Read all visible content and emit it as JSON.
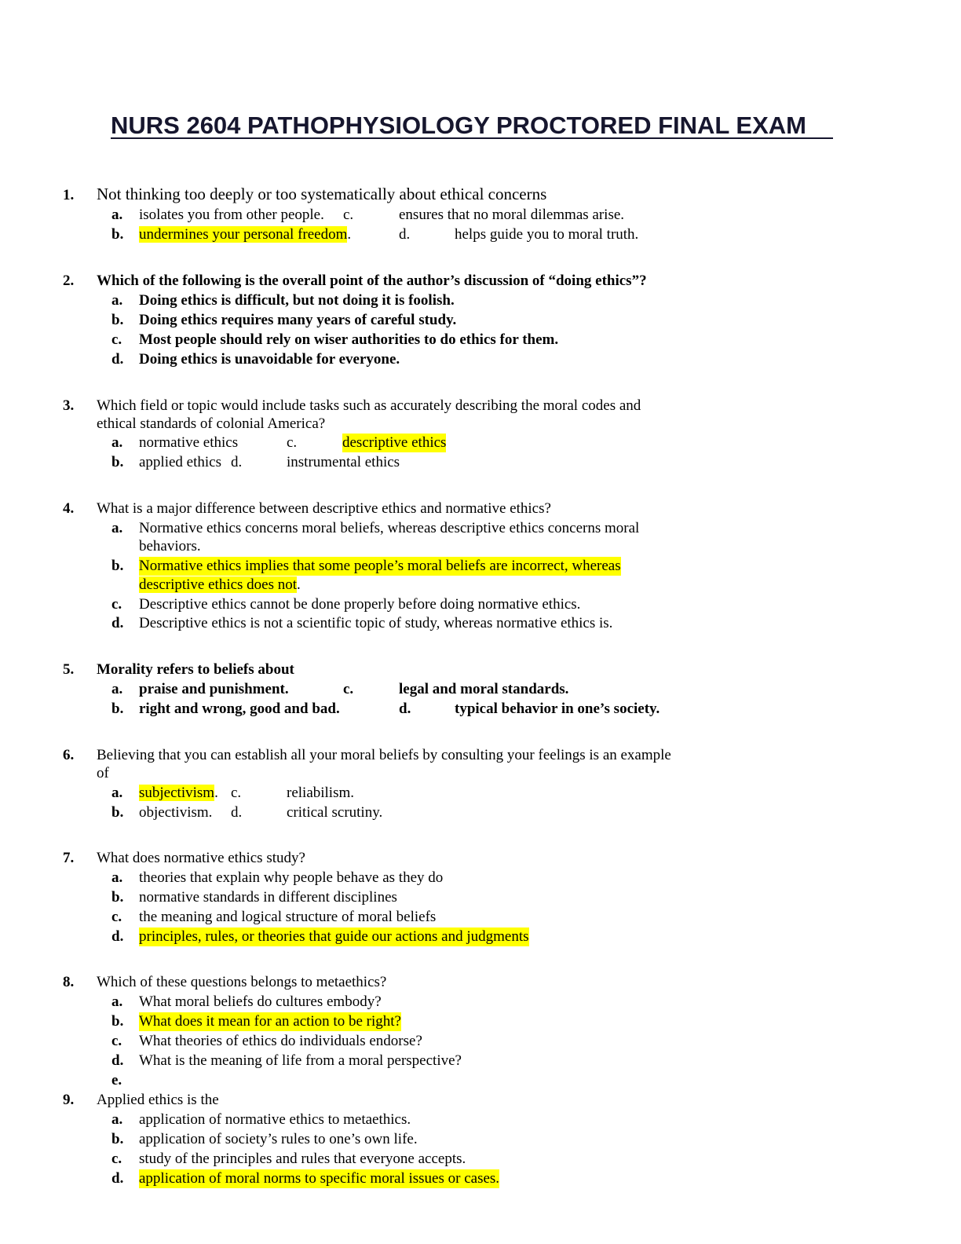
{
  "title": "NURS 2604 PATHOPHYSIOLOGY PROCTORED FINAL EXAM",
  "questions": [
    {
      "number": "1.",
      "prompt": "Not thinking too deeply or too systematically about ethical concerns",
      "options": {
        "a_letter": "a.",
        "a_text": "isolates you from other people.",
        "c_letter": "c.",
        "c_text": "ensures that no moral dilemmas arise.",
        "b_letter": "b.",
        "b_text": "undermines your personal freedom",
        "b_tail": ".",
        "d_letter": "d.",
        "d_text": "helps guide you to moral truth."
      }
    },
    {
      "number": "2.",
      "prompt": "Which of the following is the overall point of the author’s discussion of “doing ethics”?",
      "options": [
        {
          "letter": "a.",
          "text": "Doing ethics is difficult, but not doing it is foolish."
        },
        {
          "letter": "b.",
          "text": "Doing ethics requires many years of careful study."
        },
        {
          "letter": "c.",
          "text": "Most people should rely on wiser authorities to do ethics for them."
        },
        {
          "letter": "d.",
          "text": "Doing ethics is unavoidable for everyone."
        }
      ]
    },
    {
      "number": "3.",
      "prompt_line1": "Which field or topic would include tasks such as accurately describing the moral codes and",
      "prompt_line2": "ethical standards of colonial America?",
      "options": {
        "a_letter": "a.",
        "a_text": "normative ethics",
        "c_letter": "c.",
        "c_text": "descriptive ethics",
        "b_letter": "b.",
        "b_text": "applied ethics",
        "d_letter": "d.",
        "d_text": "instrumental ethics"
      }
    },
    {
      "number": "4.",
      "prompt": "What is a major difference between descriptive ethics and normative ethics?",
      "options": {
        "a_letter": "a.",
        "a_line1": "Normative ethics concerns moral beliefs, whereas descriptive ethics concerns moral",
        "a_line2": "behaviors.",
        "b_letter": "b.",
        "b_line1": "Normative ethics implies that some people’s moral beliefs are incorrect, whereas",
        "b_line2": "descriptive ethics does not",
        "b_tail": ".",
        "c_letter": "c.",
        "c_text": "Descriptive ethics cannot be done properly before doing normative ethics.",
        "d_letter": "d.",
        "d_text": "Descriptive ethics is not a scientific topic of study, whereas normative ethics is."
      }
    },
    {
      "number": "5.",
      "prompt": "Morality refers to beliefs about",
      "options": {
        "a_letter": "a.",
        "a_text": "praise and punishment.",
        "c_letter": "c.",
        "c_text": "legal and moral standards.",
        "b_letter": "b.",
        "b_text": "right and wrong, good and bad.",
        "d_letter": "d.",
        "d_text": "typical behavior in one’s society."
      }
    },
    {
      "number": "6.",
      "prompt_line1": "Believing that you can establish all your moral beliefs by consulting your feelings is an example",
      "prompt_line2": "of",
      "options": {
        "a_letter": "a.",
        "a_text": "subjectivism",
        "a_tail": ".",
        "c_letter": "c.",
        "c_text": "reliabilism.",
        "b_letter": "b.",
        "b_text": "objectivism.",
        "d_letter": "d.",
        "d_text": "critical scrutiny."
      }
    },
    {
      "number": "7.",
      "prompt": "What does normative ethics study?",
      "options": [
        {
          "letter": "a.",
          "text": "theories that explain why people behave as they do"
        },
        {
          "letter": "b.",
          "text": "normative standards in different disciplines"
        },
        {
          "letter": "c.",
          "text": "the meaning and logical structure of moral beliefs"
        },
        {
          "letter": "d.",
          "text": "principles, rules, or theories that guide our actions and judgments"
        }
      ]
    },
    {
      "number": "8.",
      "prompt": "Which of these questions belongs to metaethics?",
      "options": [
        {
          "letter": "a.",
          "text": "What moral beliefs do cultures embody?"
        },
        {
          "letter": "b.",
          "text": "What does it mean for an action to be right?"
        },
        {
          "letter": "c.",
          "text": "What theories of ethics do individuals endorse?"
        },
        {
          "letter": "d.",
          "text": "What is the meaning of life from a moral perspective?"
        },
        {
          "letter": "e.",
          "text": ""
        }
      ]
    },
    {
      "number": "9.",
      "prompt": "Applied ethics is the",
      "options": [
        {
          "letter": "a.",
          "text": "application of normative ethics to metaethics."
        },
        {
          "letter": "b.",
          "text": "application of society’s rules to one’s own life."
        },
        {
          "letter": "c.",
          "text": "study of the principles and rules that everyone accepts."
        },
        {
          "letter": "d.",
          "text": "application of moral norms to specific moral issues or cases."
        }
      ]
    }
  ],
  "colors": {
    "highlight": "#ffff00",
    "title": "#16162e"
  }
}
